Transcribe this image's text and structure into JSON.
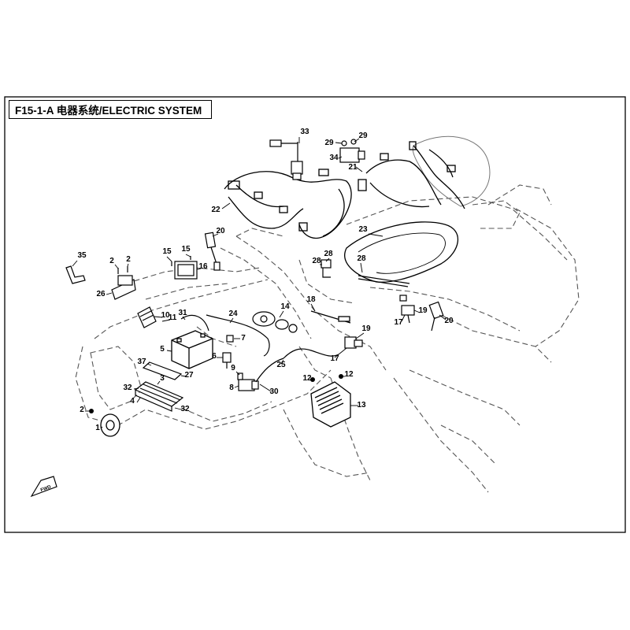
{
  "title": "F15-1-A 电器系统/ELECTRIC SYSTEM",
  "fwd_label": "FWD",
  "colors": {
    "line": "#000000",
    "outline": "#555555",
    "background": "#ffffff"
  },
  "callouts": [
    {
      "id": "c33",
      "label": "33"
    },
    {
      "id": "c29a",
      "label": "29"
    },
    {
      "id": "c29b",
      "label": "29"
    },
    {
      "id": "c34",
      "label": "34"
    },
    {
      "id": "c21",
      "label": "21"
    },
    {
      "id": "c22",
      "label": "22"
    },
    {
      "id": "c20a",
      "label": "20"
    },
    {
      "id": "c15a",
      "label": "15"
    },
    {
      "id": "c15b",
      "label": "15"
    },
    {
      "id": "c16",
      "label": "16"
    },
    {
      "id": "c23",
      "label": "23"
    },
    {
      "id": "c28a",
      "label": "28"
    },
    {
      "id": "c28b",
      "label": "28"
    },
    {
      "id": "c28c",
      "label": "28"
    },
    {
      "id": "c35",
      "label": "35"
    },
    {
      "id": "c2a",
      "label": "2"
    },
    {
      "id": "c2b",
      "label": "2"
    },
    {
      "id": "c26",
      "label": "26"
    },
    {
      "id": "c14",
      "label": "14"
    },
    {
      "id": "c18",
      "label": "18"
    },
    {
      "id": "c10",
      "label": "10"
    },
    {
      "id": "c11",
      "label": "11"
    },
    {
      "id": "c31",
      "label": "31"
    },
    {
      "id": "c24",
      "label": "24"
    },
    {
      "id": "c7",
      "label": "7"
    },
    {
      "id": "c5",
      "label": "5"
    },
    {
      "id": "c6",
      "label": "6"
    },
    {
      "id": "c37",
      "label": "37"
    },
    {
      "id": "c27",
      "label": "27"
    },
    {
      "id": "c3",
      "label": "3"
    },
    {
      "id": "c32a",
      "label": "32"
    },
    {
      "id": "c32b",
      "label": "32"
    },
    {
      "id": "c4",
      "label": "4"
    },
    {
      "id": "c2c",
      "label": "2"
    },
    {
      "id": "c1",
      "label": "1"
    },
    {
      "id": "c9",
      "label": "9"
    },
    {
      "id": "c8",
      "label": "8"
    },
    {
      "id": "c30",
      "label": "30"
    },
    {
      "id": "c25",
      "label": "25"
    },
    {
      "id": "c17a",
      "label": "17"
    },
    {
      "id": "c19a",
      "label": "19"
    },
    {
      "id": "c17b",
      "label": "17"
    },
    {
      "id": "c19b",
      "label": "19"
    },
    {
      "id": "c20b",
      "label": "20"
    },
    {
      "id": "c12a",
      "label": "12"
    },
    {
      "id": "c12b",
      "label": "12"
    },
    {
      "id": "c13",
      "label": "13"
    }
  ]
}
